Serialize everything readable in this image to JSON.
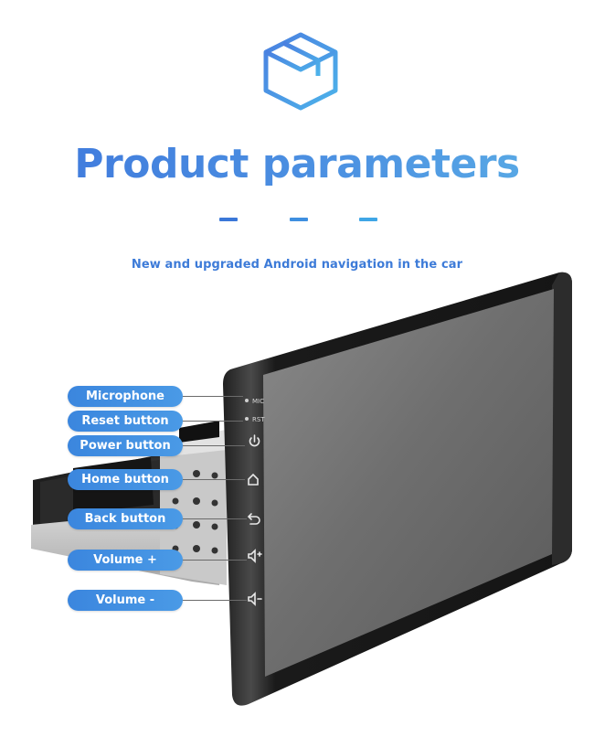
{
  "header": {
    "title": "Product parameters",
    "subtitle": "New and upgraded Android navigation in the car",
    "icon": "cube-icon"
  },
  "colors": {
    "title_start": "#3f78dc",
    "title_end": "#5cb0e6",
    "dash_1": "#3a77d8",
    "dash_2": "#3e8fe0",
    "dash_3": "#3fa6e6",
    "label_bg": "#4a96e4"
  },
  "screen_marks": {
    "mic": "MIC",
    "rst": "RST"
  },
  "callouts": [
    {
      "label": "Microphone",
      "icon": "mic-icon"
    },
    {
      "label": "Reset button",
      "icon": "reset-icon"
    },
    {
      "label": "Power button",
      "icon": "power-icon"
    },
    {
      "label": "Home button",
      "icon": "home-icon"
    },
    {
      "label": "Back button",
      "icon": "back-icon"
    },
    {
      "label": "Volume +",
      "icon": "volume-up-icon"
    },
    {
      "label": "Volume -",
      "icon": "volume-down-icon"
    }
  ]
}
